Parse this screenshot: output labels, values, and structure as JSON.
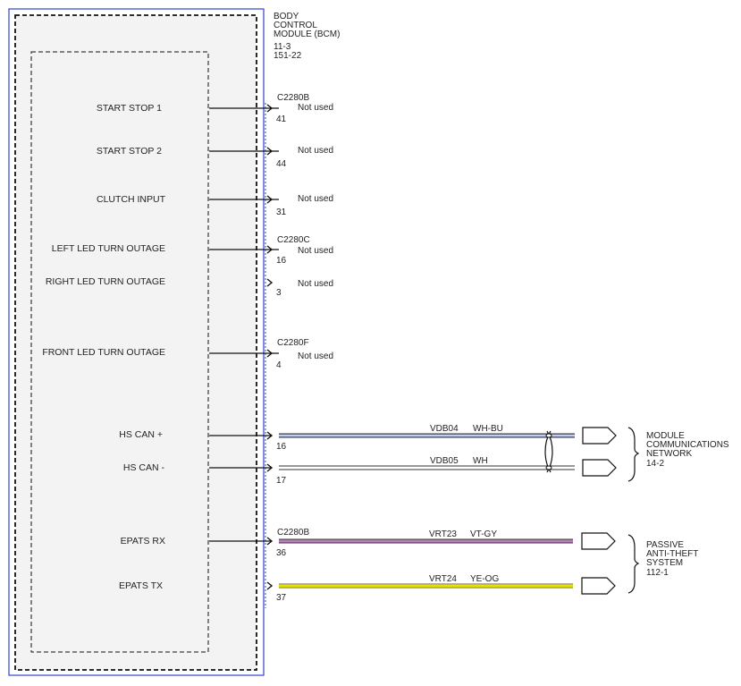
{
  "module": {
    "title_lines": [
      "BODY",
      "CONTROL",
      "MODULE (BCM)",
      "11-3",
      "151-22"
    ]
  },
  "connectors": {
    "c1": "C2280B",
    "c2": "C2280C",
    "c3": "C2280F",
    "c4": "C2280B"
  },
  "pins": [
    {
      "label": "START STOP 1",
      "pin": "41",
      "note": "Not used"
    },
    {
      "label": "START STOP 2",
      "pin": "44",
      "note": "Not used"
    },
    {
      "label": "CLUTCH INPUT",
      "pin": "31",
      "note": "Not used"
    },
    {
      "label": "LEFT LED TURN OUTAGE",
      "pin": "16",
      "note": "Not used"
    },
    {
      "label": "RIGHT LED TURN OUTAGE",
      "pin": "3",
      "note": "Not used"
    },
    {
      "label": "FRONT LED TURN OUTAGE",
      "pin": "4",
      "note": "Not used"
    },
    {
      "label": "HS CAN +",
      "pin": "16",
      "circuit": "VDB04",
      "color": "WH-BU"
    },
    {
      "label": "HS CAN -",
      "pin": "17",
      "circuit": "VDB05",
      "color": "WH"
    },
    {
      "label": "EPATS RX",
      "pin": "36",
      "circuit": "VRT23",
      "color": "VT-GY"
    },
    {
      "label": "EPATS TX",
      "pin": "37",
      "circuit": "VRT24",
      "color": "YE-OG"
    }
  ],
  "destinations": {
    "network": [
      "MODULE",
      "COMMUNICATIONS",
      "NETWORK",
      "14-2"
    ],
    "pats": [
      "PASSIVE",
      "ANTI-THEFT",
      "SYSTEM",
      "112-1"
    ]
  },
  "wire_colors": {
    "bcm_border": "#3344cc",
    "hs_can_plus": "#8899dd",
    "epats_rx": "#d070d0",
    "epats_tx": "#e8e000"
  }
}
